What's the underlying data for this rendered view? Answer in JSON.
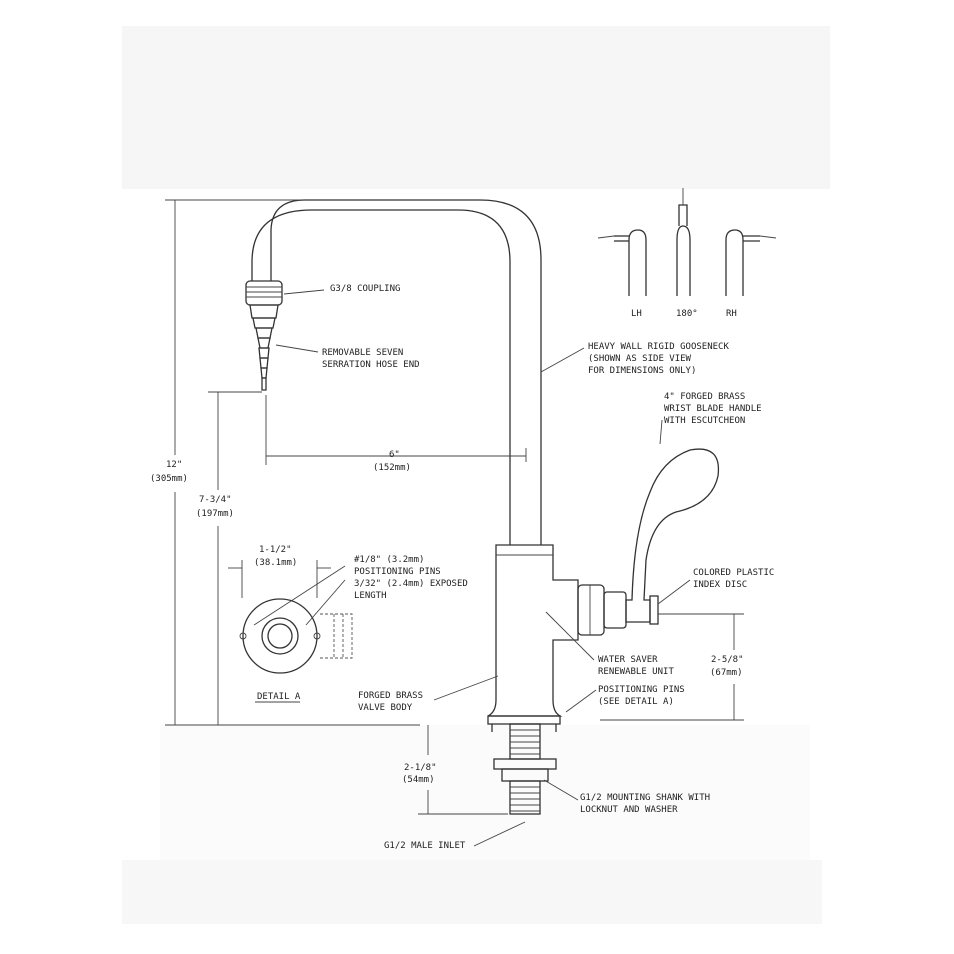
{
  "labels": {
    "coupling": "G3/8 COUPLING",
    "hose_end_1": "REMOVABLE SEVEN",
    "hose_end_2": "SERRATION HOSE END",
    "gooseneck_1": "HEAVY WALL RIGID GOOSENECK",
    "gooseneck_2": "(SHOWN AS SIDE VIEW",
    "gooseneck_3": "FOR DIMENSIONS ONLY)",
    "handle_1": "4\" FORGED BRASS",
    "handle_2": "WRIST BLADE HANDLE",
    "handle_3": "WITH ESCUTCHEON",
    "index_disc_1": "COLORED PLASTIC",
    "index_disc_2": "INDEX DISC",
    "water_saver_1": "WATER SAVER",
    "water_saver_2": "RENEWABLE UNIT",
    "pos_pins_1": "POSITIONING PINS",
    "pos_pins_2": "(SEE DETAIL A)",
    "valve_body_1": "FORGED BRASS",
    "valve_body_2": "VALVE BODY",
    "shank_1": "G1/2 MOUNTING SHANK WITH",
    "shank_2": "LOCKNUT AND WASHER",
    "inlet": "G1/2 MALE INLET",
    "pins_note_1": "#1/8\" (3.2mm)",
    "pins_note_2": "POSITIONING PINS",
    "pins_note_3": "3/32\" (2.4mm) EXPOSED",
    "pins_note_4": "LENGTH",
    "detail": "DETAIL A"
  },
  "orientations": [
    "LH",
    "180°",
    "RH"
  ],
  "dimensions": {
    "height_total": "12\"",
    "height_total_mm": "(305mm)",
    "hose_height": "7-3/4\"",
    "hose_height_mm": "(197mm)",
    "reach": "6\"",
    "reach_mm": "(152mm)",
    "detail_width": "1-1/2\"",
    "detail_width_mm": "(38.1mm)",
    "handle_height": "2-5/8\"",
    "handle_height_mm": "(67mm)",
    "shank_length": "2-1/8\"",
    "shank_length_mm": "(54mm)"
  },
  "colors": {
    "line": "#333333",
    "paper": "#ffffff"
  }
}
